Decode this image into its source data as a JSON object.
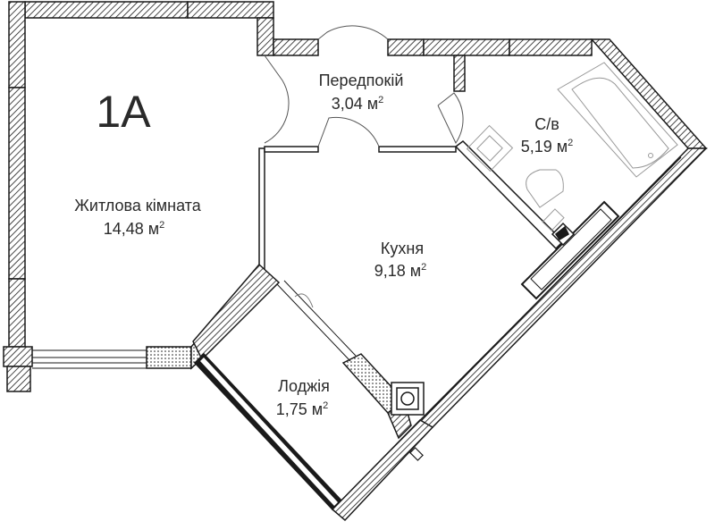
{
  "unit": {
    "code": "1A"
  },
  "rooms": [
    {
      "id": "hallway",
      "name": "Передпокій",
      "area": "3,04 м",
      "sq": "2"
    },
    {
      "id": "bathroom",
      "name": "С/в",
      "area": "5,19 м",
      "sq": "2"
    },
    {
      "id": "living",
      "name": "Житлова кімната",
      "area": "14,48 м",
      "sq": "2"
    },
    {
      "id": "kitchen",
      "name": "Кухня",
      "area": "9,18 м",
      "sq": "2"
    },
    {
      "id": "loggia",
      "name": "Лоджія",
      "area": "1,75 м",
      "sq": "2"
    }
  ],
  "colors": {
    "wall": "#1a1a1a",
    "hatch": "#1a1a1a",
    "fixture": "#999999",
    "text": "#2a2a2a"
  }
}
